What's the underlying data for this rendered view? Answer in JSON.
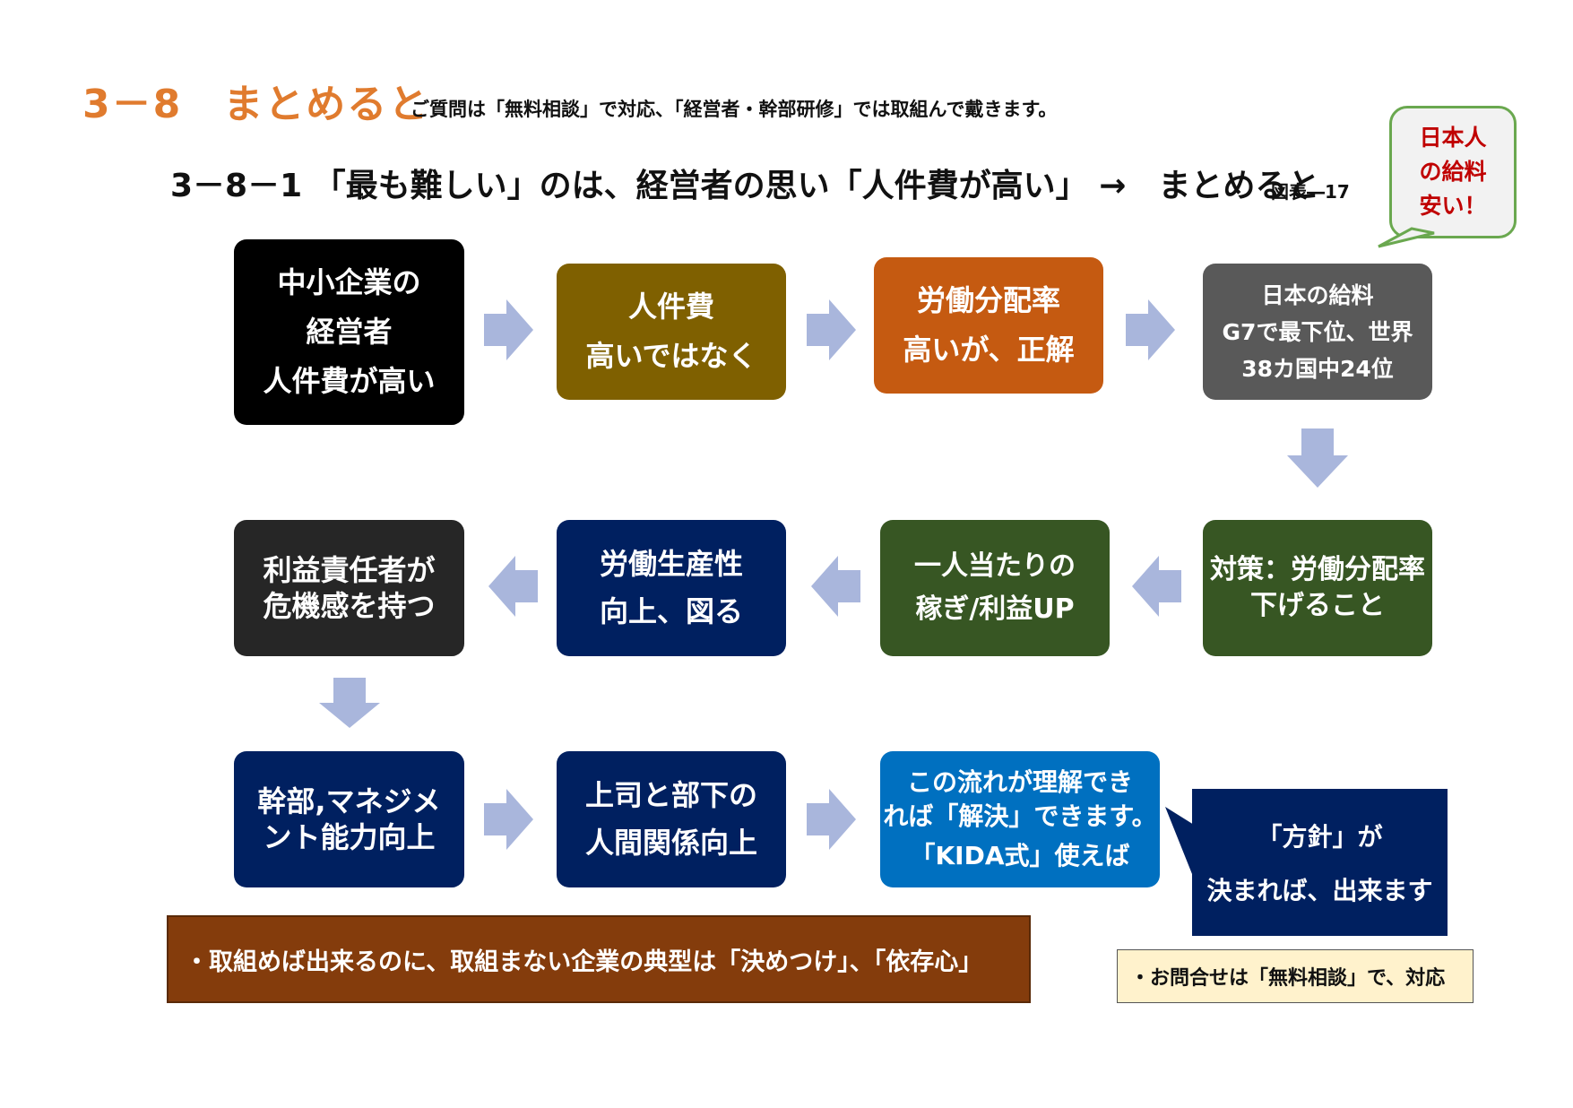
{
  "header": {
    "title": "3－8　まとめると",
    "note": "ご質問は「無料相談」で対応、「経営者・幹部研修」では取組んで戴きます。",
    "subtitle": "3－8－1 「最も難しい」のは、経営者の思い「人件費が高い」 →　まとめると",
    "figure_label": "図表―17"
  },
  "callout": {
    "lines": [
      "日本人",
      "の給料",
      "安い！"
    ]
  },
  "boxes": {
    "r1c1": {
      "lines": [
        "中小企業の",
        "経営者",
        "人件費が高い"
      ],
      "color": "#000000"
    },
    "r1c2": {
      "lines": [
        "人件費",
        "高いではなく"
      ],
      "color": "#7F6000"
    },
    "r1c3": {
      "lines": [
        "労働分配率",
        "高いが、正解"
      ],
      "color": "#C55A11"
    },
    "r1c4": {
      "lines": [
        "日本の給料",
        "G7で最下位、世界",
        "38カ国中24位"
      ],
      "color": "#595959"
    },
    "r2c4": {
      "lines": [
        "対策：労働分配率",
        "下げること"
      ],
      "color": "#375623"
    },
    "r2c3": {
      "lines": [
        "一人当たりの",
        "稼ぎ/利益UP"
      ],
      "color": "#375623"
    },
    "r2c2": {
      "lines": [
        "労働生産性",
        "向上、図る"
      ],
      "color": "#002060"
    },
    "r2c1": {
      "lines": [
        "利益責任者が",
        "危機感を持つ"
      ],
      "color": "#262626"
    },
    "r3c1": {
      "lines": [
        "幹部,マネジメ",
        "ント能力向上"
      ],
      "color": "#002060"
    },
    "r3c2": {
      "lines": [
        "上司と部下の",
        "人間関係向上"
      ],
      "color": "#002060"
    },
    "r3c3": {
      "lines": [
        "この流れが理解でき",
        "れば「解決」できます。",
        "「KIDA式」使えば"
      ],
      "color": "#0070C0"
    }
  },
  "bubble": {
    "lines": [
      "「方針」が",
      "決まれば、出来ます"
    ],
    "color": "#002060"
  },
  "banner": {
    "text": "・取組めば出来るのに、取組まない企業の典型は「決めつけ」、「依存心」",
    "color": "#843C0C"
  },
  "inquiry": {
    "text": "・お問合せは「無料相談」で、対応",
    "color": "#FFF2CC"
  },
  "arrow_color": "#A9B6DC"
}
